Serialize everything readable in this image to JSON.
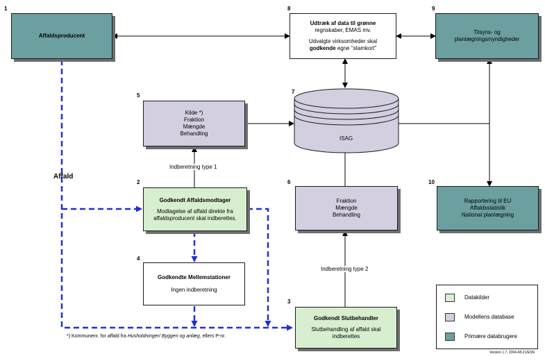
{
  "numbers": {
    "n1": "1",
    "n2": "2",
    "n3": "3",
    "n4": "4",
    "n5": "5",
    "n6": "6",
    "n7": "7",
    "n8": "8",
    "n9": "9",
    "n10": "10"
  },
  "box1": {
    "title": "Affaldsproducent"
  },
  "box8": {
    "line1": "Udtræk af data til grønne",
    "line2": "regnskaber, EMAS mv.",
    "line3": "Udvalgte virksomheder skal",
    "line4_bold": "godkende",
    "line4_rest": " egne \"stamkort\""
  },
  "box9": {
    "line1": "Tilsyns- og",
    "line2": "planlægningsmyndigheder"
  },
  "box5": {
    "line1": "Kilde *)",
    "line2": "Fraktion",
    "line3": "Mængde",
    "line4": "Behandling"
  },
  "box7": {
    "label": "ISAG"
  },
  "box2": {
    "title": "Godkendt Affaldsmodtager",
    "line1": "Modtagelse af affald direkte fra",
    "line2": "affaldsproducent skal indberettes."
  },
  "box6": {
    "line1": "Fraktion",
    "line2": "Mængde",
    "line3": "Behandling"
  },
  "box10": {
    "line1": "Rapportering til EU",
    "line2": "Affaldsstatistik",
    "line3": "National planlægning"
  },
  "box4": {
    "title": "Godkendte Mellemstationer",
    "line1": "Ingen indberetning"
  },
  "box3": {
    "title": "Godkendt Slutbehandler",
    "line1": "Slutbehandling af affald skal",
    "line2": "indberettes"
  },
  "labels": {
    "indb1": "Indberetning type 1",
    "indb2": "Indberetning type 2",
    "affald": "Affald",
    "footnote_pre": "*) Kommunenr. for affald fra ",
    "footnote_italic": "Husholdninger/ Byggeri og anlæg",
    "footnote_post": ", ellers P-nr.",
    "version": "Version 1.7, 2004-08-21/ESN"
  },
  "legend": [
    {
      "label": "Datakilder",
      "color": "#d8efcf"
    },
    {
      "label": "Modellens database",
      "color": "#d3cfe0"
    },
    {
      "label": "Primære databrugere",
      "color": "#6b9fa0"
    }
  ]
}
